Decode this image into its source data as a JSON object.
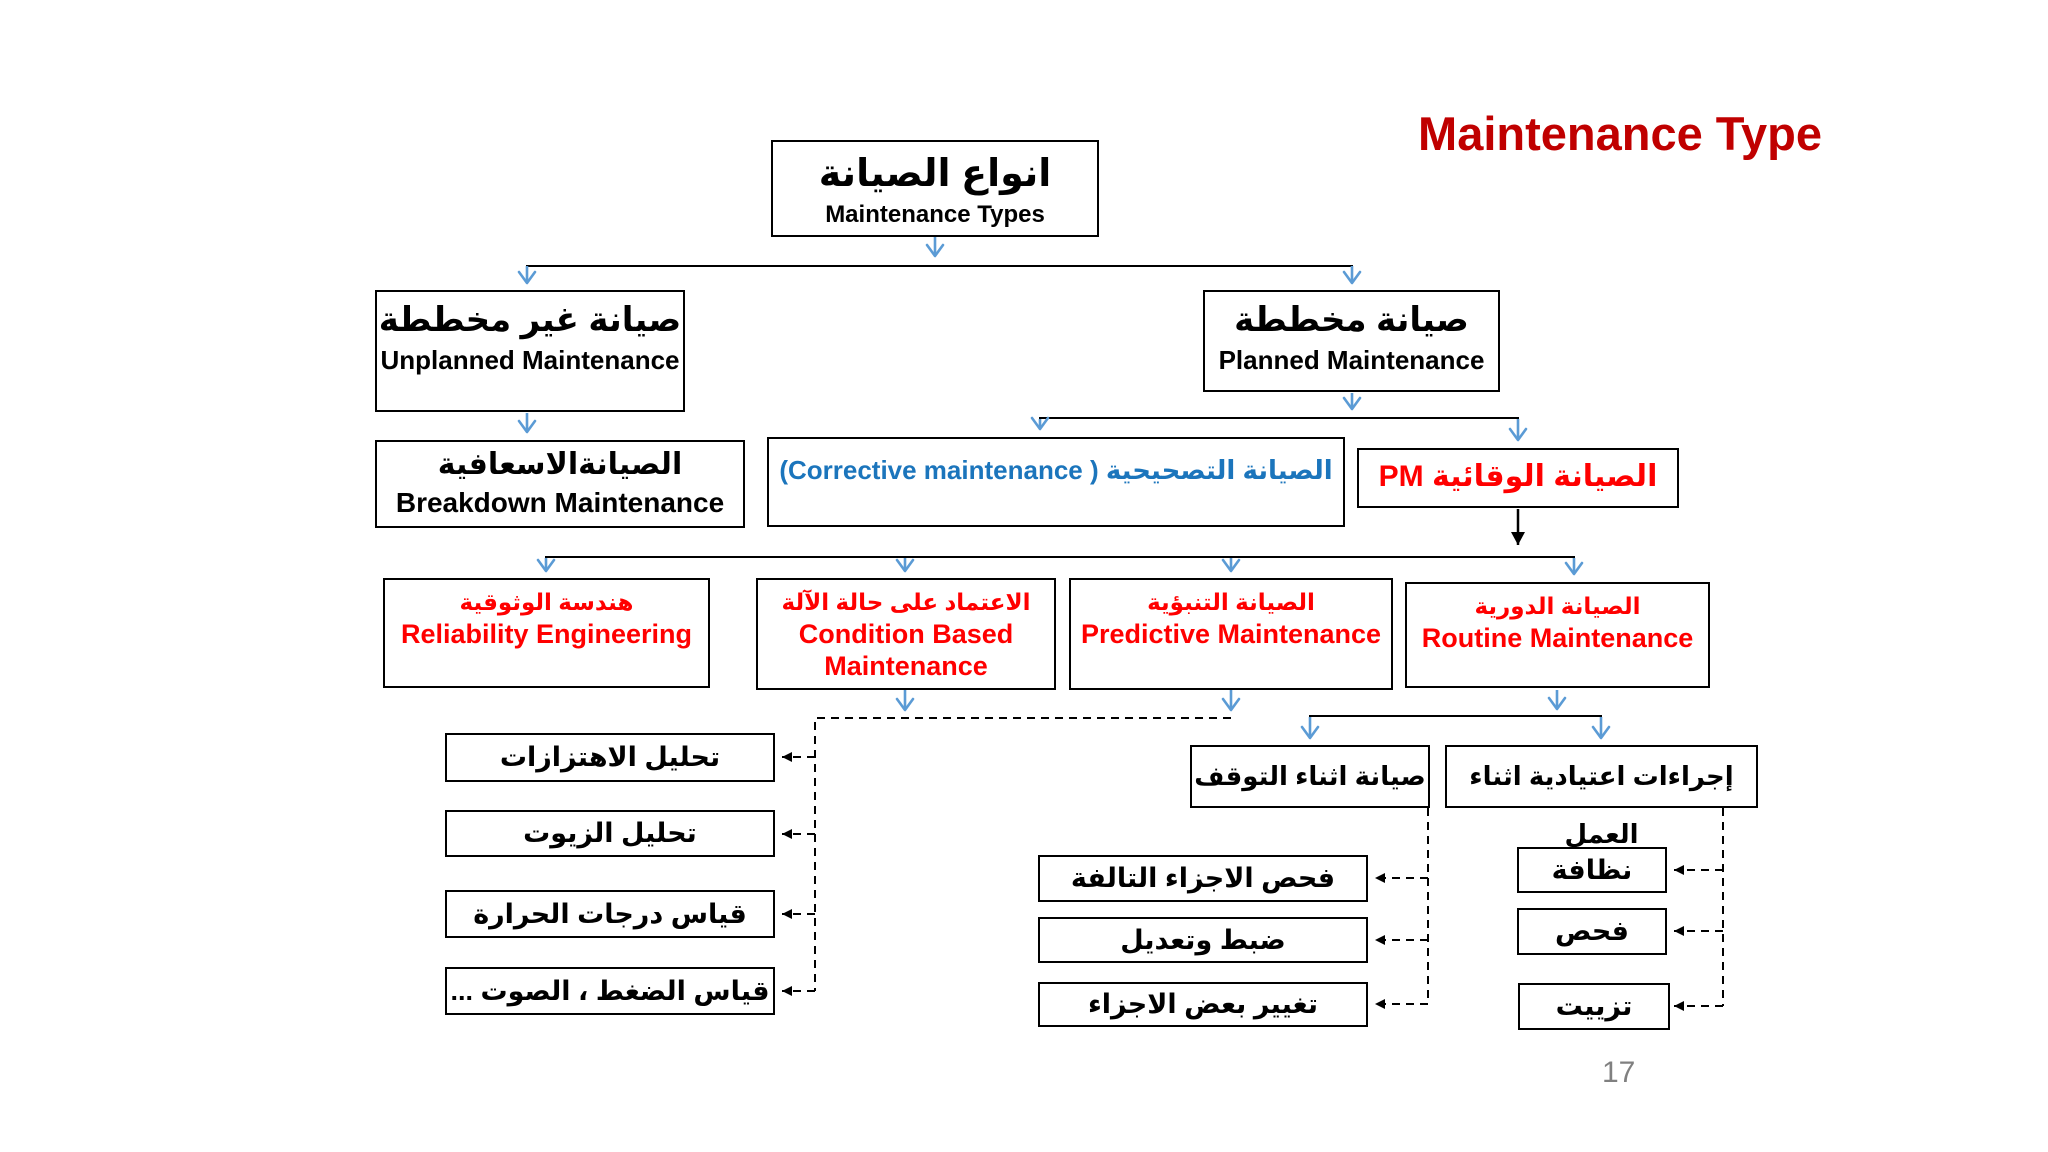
{
  "title": "Maintenance Type",
  "page_number": "17",
  "colors": {
    "title_red": "#C00000",
    "node_red_text": "#FF0000",
    "corrective_blue_text": "#1B75BC",
    "arrow_blue": "#5B9BD5",
    "connector_black": "#000000"
  },
  "nodes": {
    "root": {
      "ar": "انواع الصيانة",
      "en": "Maintenance Types"
    },
    "unplanned": {
      "ar": "صيانة غير مخططة",
      "en": "Unplanned Maintenance"
    },
    "planned": {
      "ar": "صيانة مخططة",
      "en": "Planned Maintenance"
    },
    "breakdown": {
      "ar": "الصيانةالاسعافية",
      "en": "Breakdown Maintenance"
    },
    "corrective": {
      "label": "(Corrective maintenance ) الصيانة التصحيحية"
    },
    "pm": {
      "label": "الصيانة الوقائية PM"
    },
    "reliability": {
      "ar": "هندسة الوثوقية",
      "en": "Reliability Engineering"
    },
    "condition_based": {
      "ar": "الاعتماد على حالة الآلة",
      "en": "Condition Based Maintenance"
    },
    "predictive": {
      "ar": "الصيانة التنبؤية",
      "en": "Predictive Maintenance"
    },
    "routine": {
      "ar": "الصيانة الدورية",
      "en": "Routine Maintenance"
    },
    "shutdown_header": {
      "ar": "صيانة اثناء التوقف"
    },
    "working_header": {
      "ar": "إجراءات اعتيادية  اثناء العمل"
    },
    "predictive_techniques": [
      "تحليل الاهتزازات",
      "تحليل الزيوت",
      "قياس درجات الحرارة",
      "قياس الضغط ، الصوت ..."
    ],
    "shutdown_tasks": [
      "فحص الاجزاء التالفة",
      "ضبط وتعديل",
      "تغيير بعض الاجزاء"
    ],
    "working_tasks": [
      "نظافة",
      "فحص",
      "تزييت"
    ]
  }
}
